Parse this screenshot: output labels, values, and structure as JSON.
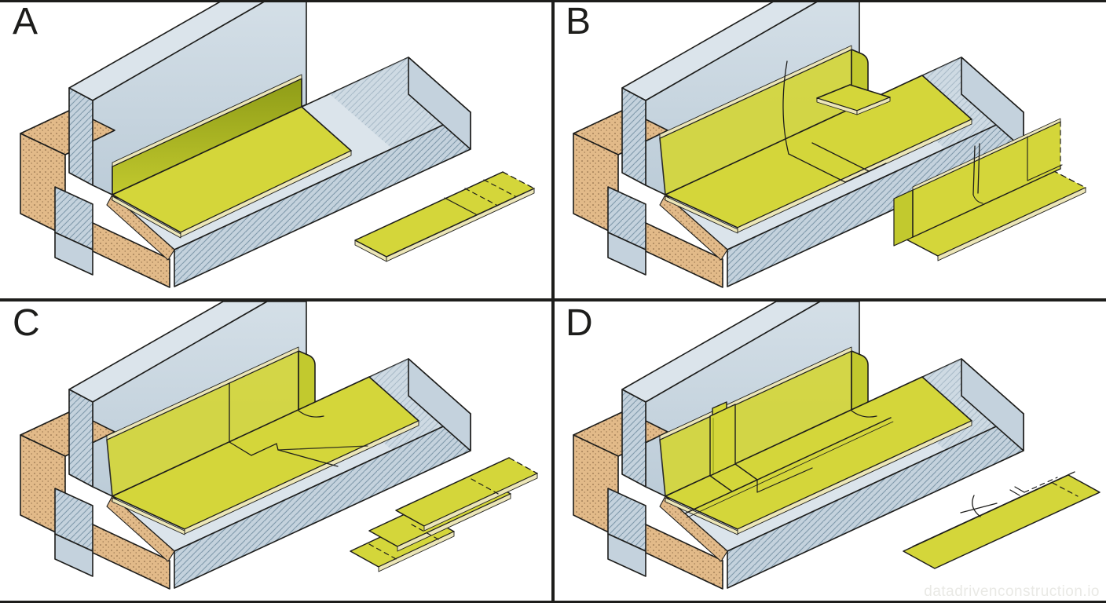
{
  "figure": {
    "panels": [
      {
        "label": "A"
      },
      {
        "label": "B"
      },
      {
        "label": "C"
      },
      {
        "label": "D"
      }
    ],
    "watermark": "datadrivenconstruction.io"
  },
  "colors": {
    "paper": "#ffffff",
    "ink": "#1d1d1b",
    "membrane": "#d4d63a",
    "membrane_mid": "#c2c92e",
    "membrane_dark": "#8e9c17",
    "membrane_edge": "#ece6b8",
    "steel": "#c4d2dd",
    "steel_light": "#dbe4eb",
    "hatch_line": "#8099ab",
    "sand": "#e2ba89",
    "sand_dot": "#7d5d3a",
    "watermark_color": "#e9e9e5"
  }
}
